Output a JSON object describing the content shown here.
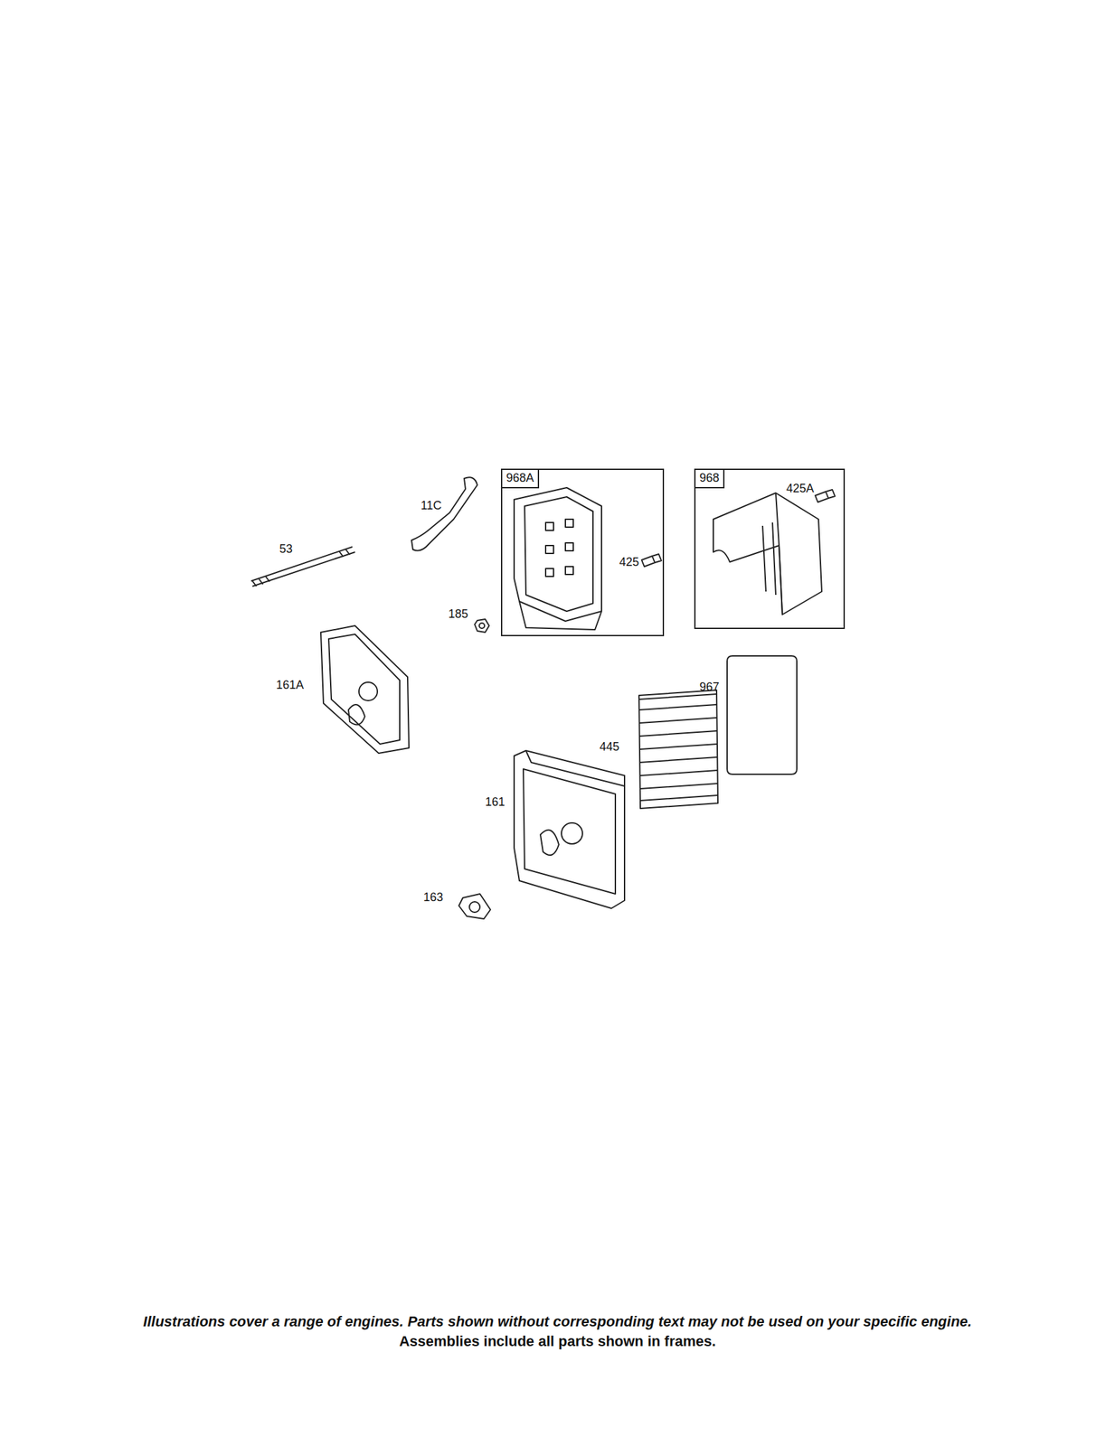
{
  "diagram": {
    "caption": "Illustrations cover a range of engines. Parts shown without corresponding text may not be used on your specific engine.",
    "nodes": [
      {
        "text": [
          "968A",
          "425"
        ]
      },
      {
        "text": [
          "968",
          "425A"
        ]
      }
    ],
    "labels": [
      "11C",
      "53",
      "185",
      "161A",
      "967",
      "445",
      "161",
      "163",
      "Assemblies include all parts shown in frames."
    ]
  }
}
